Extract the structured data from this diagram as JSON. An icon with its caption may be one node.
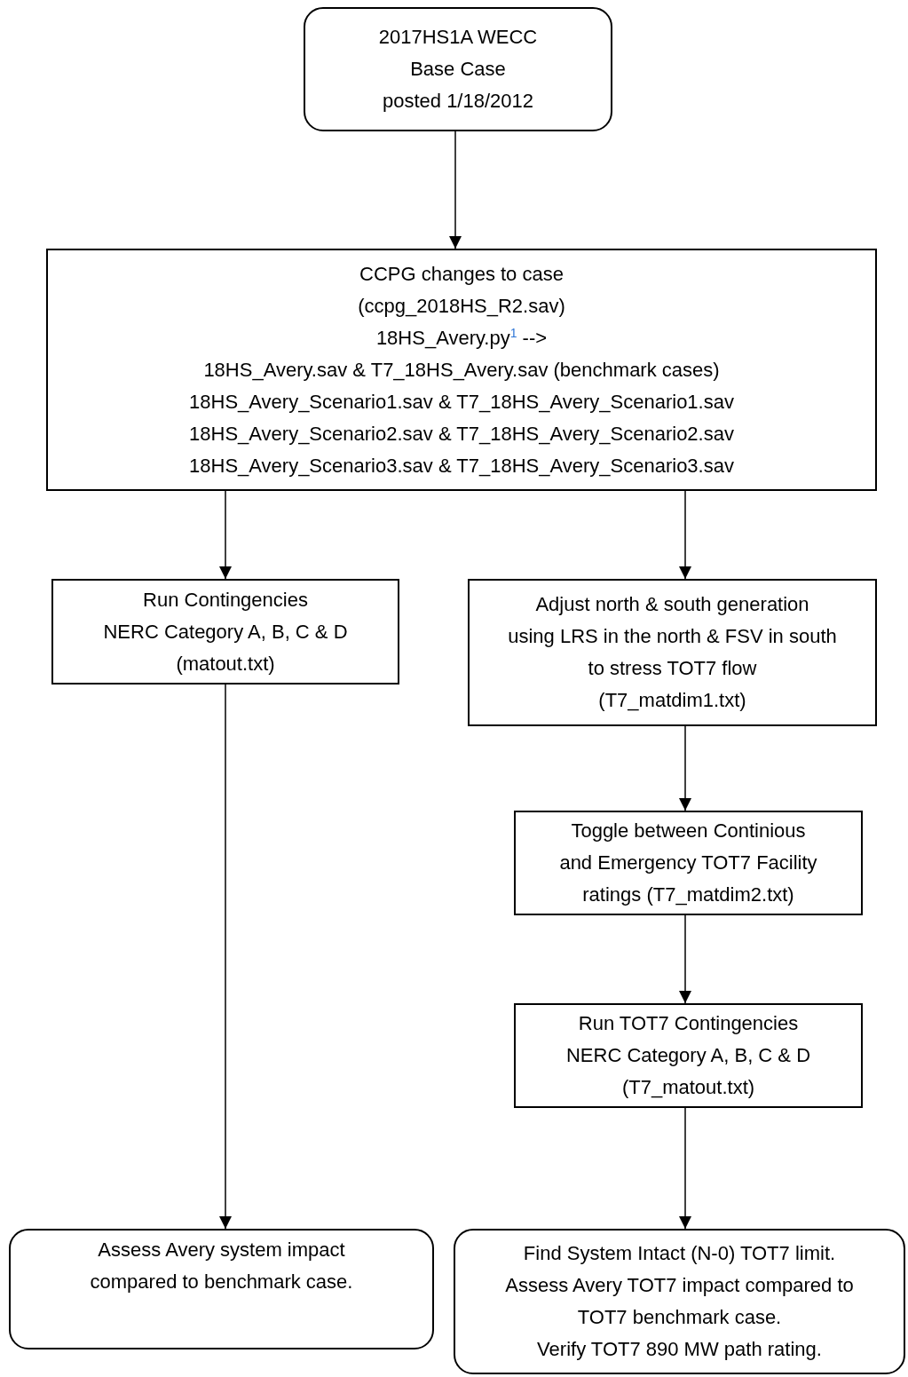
{
  "diagram": {
    "nodes": [
      {
        "text": [
          "2017HS1A WECC",
          "Base Case",
          "posted 1/18/2012"
        ]
      },
      {
        "text": [
          "CCPG changes to case",
          "(ccpg_2018HS_R2.sav)",
          "18HS_Avery.py$^{1}$ -->",
          "18HS_Avery.sav & T7_18HS_Avery.sav (benchmark cases)",
          "18HS_Avery_Scenario1.sav & T7_18HS_Avery_Scenario1.sav",
          "18HS_Avery_Scenario2.sav & T7_18HS_Avery_Scenario2.sav",
          "18HS_Avery_Scenario3.sav & T7_18HS_Avery_Scenario3.sav"
        ]
      },
      {
        "text": [
          "Run Contingencies",
          "NERC Category A, B, C & D",
          "(matout.txt)"
        ]
      },
      {
        "text": [
          "Adjust north & south generation",
          "using LRS in the north & FSV in south",
          "to stress TOT7 flow",
          "(T7_matdim1.txt)"
        ]
      },
      {
        "text": [
          "Toggle between Continious",
          "and Emergency TOT7 Facility",
          "ratings (T7_matdim2.txt)"
        ]
      },
      {
        "text": [
          "Run TOT7 Contingencies",
          "NERC Category A, B, C & D",
          "(T7_matout.txt)"
        ]
      },
      {
        "text": [
          "Assess Avery system impact",
          "compared to benchmark case."
        ]
      },
      {
        "text": [
          "Find System Intact (N-0) TOT7 limit.",
          "Assess Avery TOT7 impact compared to",
          "TOT7 benchmark case.",
          "Verify TOT7 890 MW path rating."
        ]
      }
    ],
    "edges": [
      {
        "from": 0,
        "to": 1,
        "arrow": "to"
      },
      {
        "from": 1,
        "to": 2,
        "arrow": "to"
      },
      {
        "from": 1,
        "to": 3,
        "arrow": "to"
      },
      {
        "from": 3,
        "to": 4,
        "arrow": "to"
      },
      {
        "from": 4,
        "to": 5,
        "arrow": "to"
      },
      {
        "from": 2,
        "to": 6,
        "arrow": "to"
      },
      {
        "from": 5,
        "to": 7,
        "arrow": "to"
      }
    ]
  }
}
